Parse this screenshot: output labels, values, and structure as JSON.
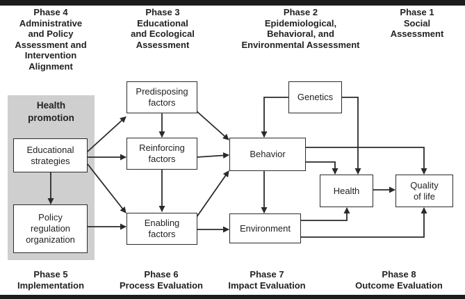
{
  "top_phases": [
    {
      "lines": [
        "Phase 4",
        "Administrative",
        "and Policy",
        "Assessment and",
        "Intervention",
        "Alignment"
      ]
    },
    {
      "lines": [
        "Phase 3",
        "Educational",
        "and Ecological",
        "Assessment"
      ]
    },
    {
      "lines": [
        "Phase 2",
        "Epidemiological,",
        "Behavioral, and",
        "Environmental Assessment"
      ]
    },
    {
      "lines": [
        "Phase 1",
        "Social",
        "Assessment"
      ]
    }
  ],
  "bottom_phases": [
    {
      "lines": [
        "Phase 5",
        "Implementation"
      ]
    },
    {
      "lines": [
        "Phase 6",
        "Process Evaluation"
      ]
    },
    {
      "lines": [
        "Phase 7",
        "Impact Evaluation"
      ]
    },
    {
      "lines": [
        "Phase 8",
        "Outcome Evaluation"
      ]
    }
  ],
  "health_promotion": [
    "Health",
    "promotion"
  ],
  "boxes": {
    "educational_strategies": [
      "Educational",
      "strategies"
    ],
    "policy": [
      "Policy",
      "regulation",
      "organization"
    ],
    "predisposing": [
      "Predisposing",
      "factors"
    ],
    "reinforcing": [
      "Reinforcing",
      "factors"
    ],
    "enabling": [
      "Enabling",
      "factors"
    ],
    "behavior": [
      "Behavior"
    ],
    "environment": [
      "Environment"
    ],
    "genetics": [
      "Genetics"
    ],
    "health": [
      "Health"
    ],
    "quality_of_life": [
      "Quality",
      "of life"
    ]
  },
  "colors": {
    "background": "#ffffff",
    "highlight_panel": "#cfcfcf",
    "line": "#2a2a2a",
    "frame_bar": "#1c1c1c"
  }
}
